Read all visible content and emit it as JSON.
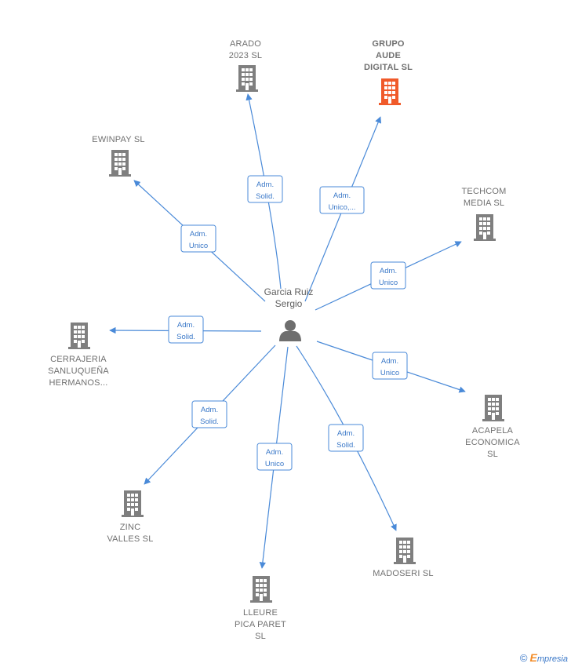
{
  "colors": {
    "edge": "#4a8ad8",
    "building": "#7f7f7f",
    "building_highlight": "#f05a2a",
    "person": "#6e6e6e",
    "label": "#707070"
  },
  "center": {
    "name_line1": "Garcia Ruiz",
    "name_line2": "Sergio",
    "icon": "person-icon"
  },
  "companies": [
    {
      "id": "arado",
      "lines": [
        "ARADO",
        "2023  SL"
      ],
      "role": [
        "Adm.",
        "Solid."
      ],
      "highlight": false
    },
    {
      "id": "grupo-aude",
      "lines": [
        "GRUPO",
        "AUDE",
        "DIGITAL  SL"
      ],
      "role": [
        "Adm.",
        "Unico,..."
      ],
      "highlight": true
    },
    {
      "id": "ewinpay",
      "lines": [
        "EWINPAY SL"
      ],
      "role": [
        "Adm.",
        "Unico"
      ],
      "highlight": false
    },
    {
      "id": "techcom",
      "lines": [
        "TECHCOM",
        "MEDIA SL"
      ],
      "role": [
        "Adm.",
        "Unico"
      ],
      "highlight": false
    },
    {
      "id": "cerrajeria",
      "lines": [
        "CERRAJERIA",
        "SANLUQUEÑA",
        "HERMANOS..."
      ],
      "role": [
        "Adm.",
        "Solid."
      ],
      "highlight": false
    },
    {
      "id": "acapela",
      "lines": [
        "ACAPELA",
        "ECONOMICA",
        "SL"
      ],
      "role": [
        "Adm.",
        "Unico"
      ],
      "highlight": false
    },
    {
      "id": "zinc",
      "lines": [
        "ZINC",
        "VALLES SL"
      ],
      "role": [
        "Adm.",
        "Solid."
      ],
      "highlight": false
    },
    {
      "id": "madoseri",
      "lines": [
        "MADOSERI  SL"
      ],
      "role": [
        "Adm.",
        "Solid."
      ],
      "highlight": false
    },
    {
      "id": "lleure",
      "lines": [
        "LLEURE",
        "PICA PARET",
        "SL"
      ],
      "role": [
        "Adm.",
        "Unico"
      ],
      "highlight": false
    }
  ],
  "footer": {
    "copyright": "©",
    "brand_initial": "E",
    "brand_rest": "mpresia"
  }
}
